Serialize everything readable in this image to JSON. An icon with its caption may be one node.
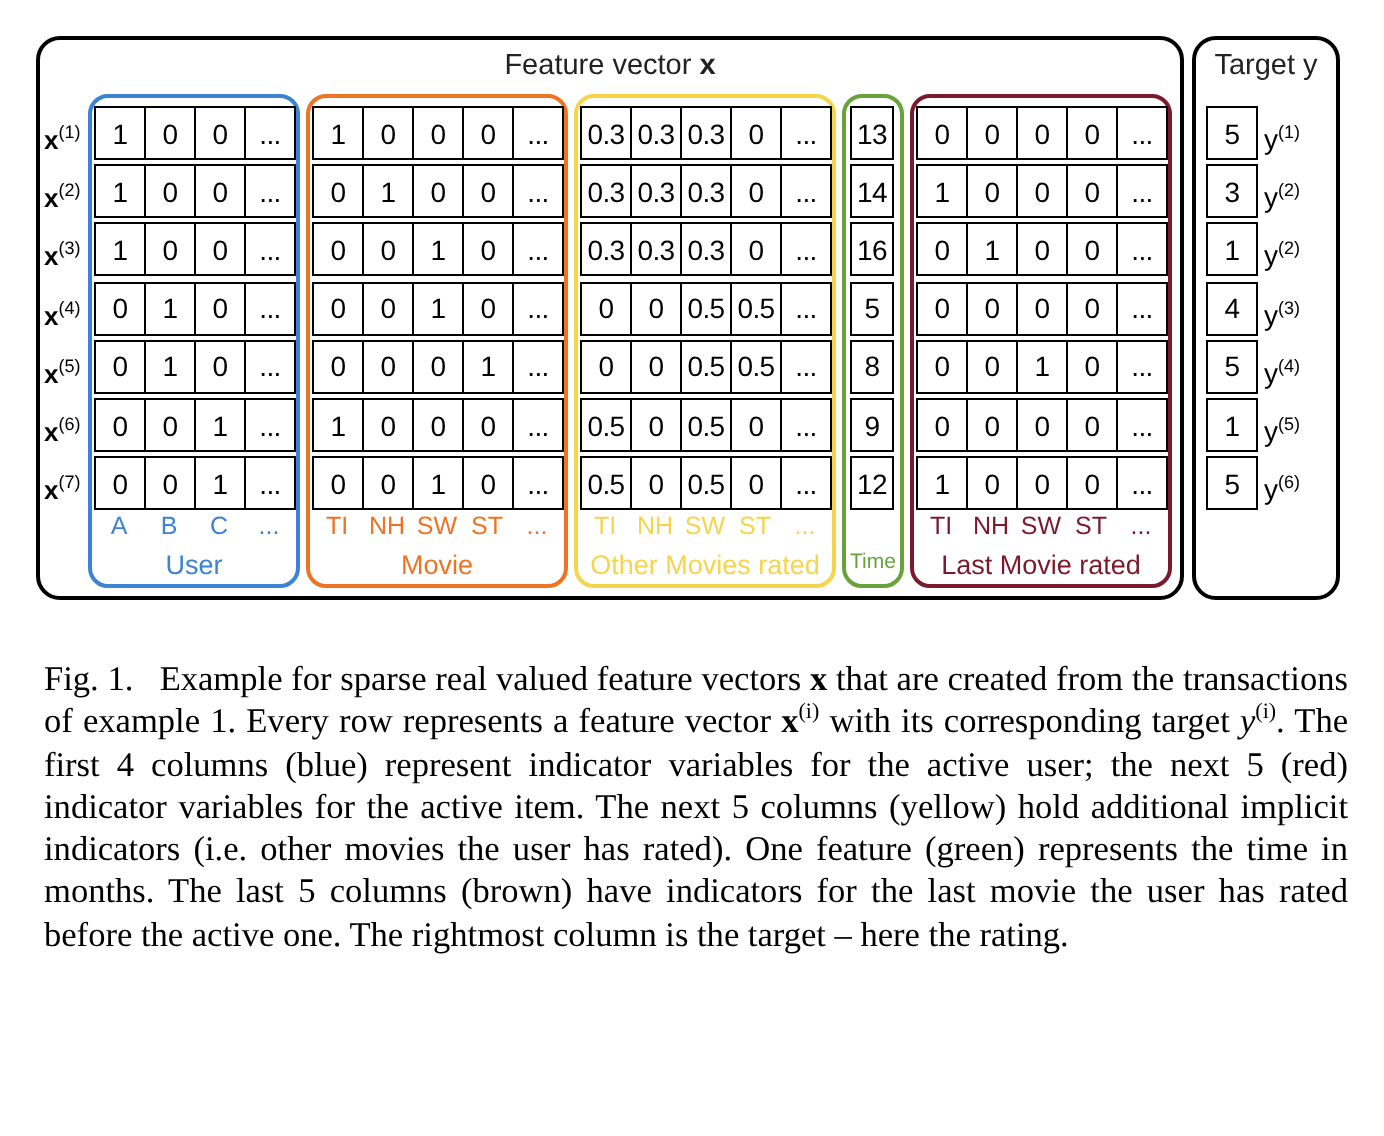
{
  "diagram": {
    "caption": "Fig. 1.   Example for sparse real valued feature vectors **x** that are created from the transactions of example 1. Every row represents a feature vector **x**$^{(i)}$ with its corresponding target *y*$^{(i)}$. The first 4 columns (blue) represent indicator variables for the active user; the next 5 (red) indicator variables for the active item. The next 5 columns (yellow) hold additional implicit indicators (i.e. other movies the user has rated). One feature (green) represents the time in months. The last 5 columns (brown) have indicators for the last movie the user has rated before the active one. The rightmost column is the target – here the rating.",
    "nodes": [
      {
        "text": [
          "Feature vector **x**"
        ]
      },
      {
        "text": [
          "User"
        ],
        "in": 0
      },
      {
        "text": [
          "Movie"
        ],
        "in": 0
      },
      {
        "text": [
          "Other Movies rated"
        ],
        "in": 0
      },
      {
        "text": [
          "Time"
        ],
        "in": 0
      },
      {
        "text": [
          "Last Movie rated"
        ],
        "in": 0
      },
      {
        "text": [
          "Target y"
        ]
      }
    ],
    "labels": [
      "x$^{(1)}$",
      "1",
      "0",
      "0",
      "...",
      "1",
      "0",
      "0",
      "0",
      "...",
      "0.3",
      "0.3",
      "0.3",
      "0",
      "...",
      "13",
      "0",
      "0",
      "0",
      "0",
      "...",
      "5",
      "y$^{(1)}$",
      "x$^{(2)}$",
      "1",
      "0",
      "0",
      "...",
      "0",
      "1",
      "0",
      "0",
      "...",
      "0.3",
      "0.3",
      "0.3",
      "0",
      "...",
      "14",
      "1",
      "0",
      "0",
      "0",
      "...",
      "3",
      "y$^{(2)}$",
      "x$^{(3)}$",
      "1",
      "0",
      "0",
      "...",
      "0",
      "0",
      "1",
      "0",
      "...",
      "0.3",
      "0.3",
      "0.3",
      "0",
      "...",
      "16",
      "0",
      "1",
      "0",
      "0",
      "...",
      "1",
      "y$^{(2)}$",
      "x$^{(4)}$",
      "0",
      "1",
      "0",
      "...",
      "0",
      "0",
      "1",
      "0",
      "...",
      "0",
      "0",
      "0.5",
      "0.5",
      "...",
      "5",
      "0",
      "0",
      "0",
      "0",
      "...",
      "4",
      "y$^{(3)}$",
      "x$^{(5)}$",
      "0",
      "1",
      "0",
      "...",
      "0",
      "0",
      "0",
      "1",
      "...",
      "0",
      "0",
      "0.5",
      "0.5",
      "...",
      "8",
      "0",
      "0",
      "1",
      "0",
      "...",
      "5",
      "y$^{(4)}$",
      "x$^{(6)}$",
      "0",
      "0",
      "1",
      "...",
      "1",
      "0",
      "0",
      "0",
      "...",
      "0.5",
      "0",
      "0.5",
      "0",
      "...",
      "9",
      "0",
      "0",
      "0",
      "0",
      "...",
      "1",
      "y$^{(5)}$",
      "x$^{(7)}$",
      "0",
      "0",
      "1",
      "...",
      "0",
      "0",
      "1",
      "0",
      "...",
      "0.5",
      "0",
      "0.5",
      "0",
      "...",
      "12",
      "1",
      "0",
      "0",
      "0",
      "...",
      "5",
      "y$^{(6)}$",
      "A",
      "B",
      "C",
      "...",
      "TI",
      "NH",
      "SW",
      "ST",
      "...",
      "TI",
      "NH",
      "SW",
      "ST",
      "...",
      "TI",
      "NH",
      "SW",
      "ST",
      "..."
    ]
  }
}
